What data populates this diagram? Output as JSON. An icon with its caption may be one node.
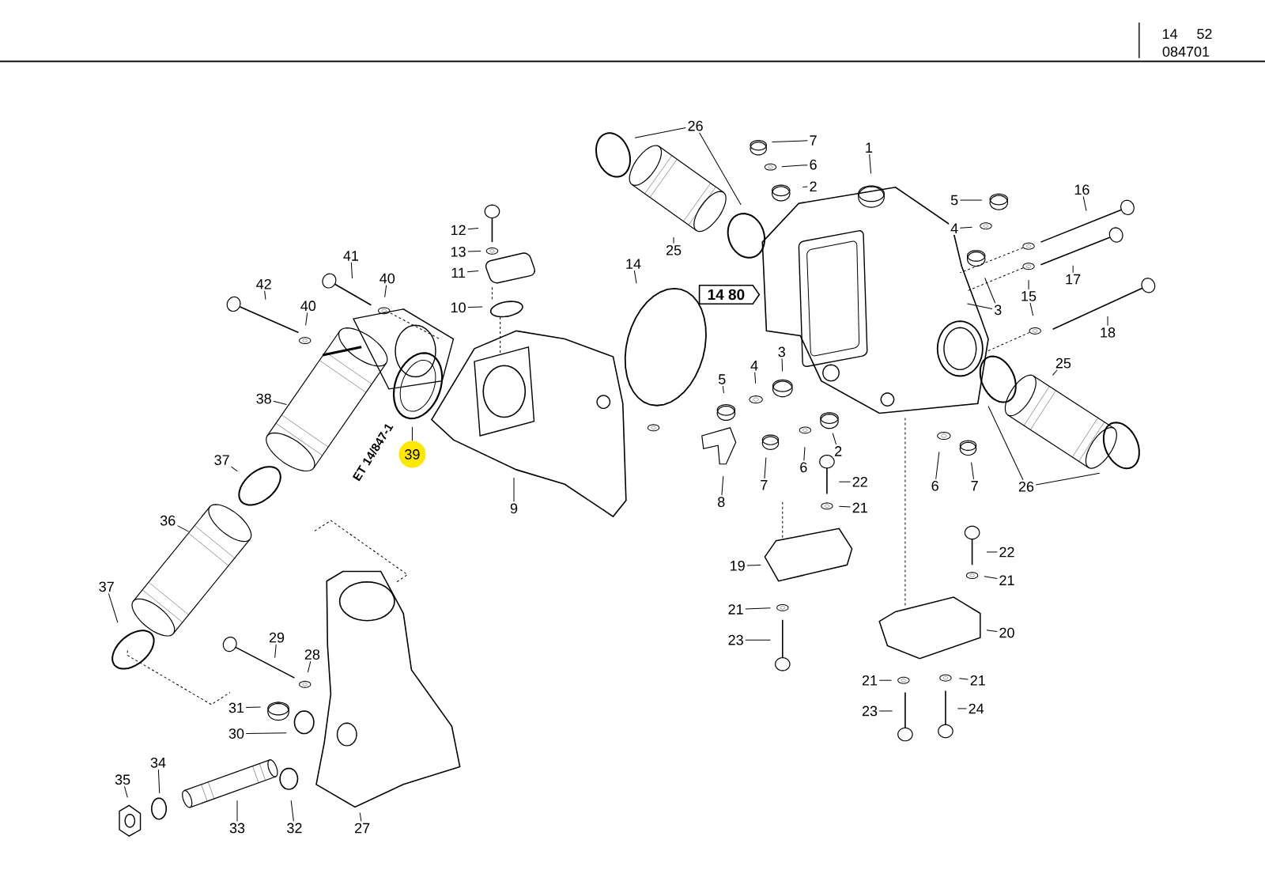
{
  "diagram": {
    "nodes": [
      {
        "text": [
          "26"
        ]
      },
      {
        "text": [
          "7"
        ]
      },
      {
        "text": [
          "1"
        ]
      },
      {
        "text": [
          "6"
        ]
      },
      {
        "text": [
          "2"
        ]
      },
      {
        "text": [
          "16"
        ]
      },
      {
        "text": [
          "5"
        ]
      },
      {
        "text": [
          "12"
        ]
      },
      {
        "text": [
          "4"
        ]
      },
      {
        "text": [
          "25"
        ]
      },
      {
        "text": [
          "13"
        ]
      },
      {
        "text": [
          "41"
        ]
      },
      {
        "text": [
          "14"
        ]
      },
      {
        "text": [
          "11"
        ]
      },
      {
        "text": [
          "17"
        ]
      },
      {
        "text": [
          "40"
        ]
      },
      {
        "text": [
          "42"
        ]
      },
      {
        "text": [
          "15"
        ]
      },
      {
        "text": [
          "14 80"
        ]
      },
      {
        "text": [
          "40"
        ]
      },
      {
        "text": [
          "10"
        ]
      },
      {
        "text": [
          "3"
        ]
      },
      {
        "text": [
          "18"
        ]
      },
      {
        "text": [
          "3"
        ]
      },
      {
        "text": [
          "25"
        ]
      },
      {
        "text": [
          "4"
        ]
      },
      {
        "text": [
          "5"
        ]
      },
      {
        "text": [
          "38"
        ]
      },
      {
        "text": [
          "2"
        ]
      },
      {
        "text": [
          "39"
        ]
      },
      {
        "text": [
          "37"
        ]
      },
      {
        "text": [
          "6"
        ]
      },
      {
        "text": [
          "22"
        ]
      },
      {
        "text": [
          "7"
        ]
      },
      {
        "text": [
          "6"
        ]
      },
      {
        "text": [
          "7"
        ]
      },
      {
        "text": [
          "26"
        ]
      },
      {
        "text": [
          "8"
        ]
      },
      {
        "text": [
          "21"
        ]
      },
      {
        "text": [
          "9"
        ]
      },
      {
        "text": [
          "36"
        ]
      },
      {
        "text": [
          "22"
        ]
      },
      {
        "text": [
          "19"
        ]
      },
      {
        "text": [
          "21"
        ]
      },
      {
        "text": [
          "37"
        ]
      },
      {
        "text": [
          "21"
        ]
      },
      {
        "text": [
          "20"
        ]
      },
      {
        "text": [
          "29"
        ]
      },
      {
        "text": [
          "23"
        ]
      },
      {
        "text": [
          "28"
        ]
      },
      {
        "text": [
          "21"
        ]
      },
      {
        "text": [
          "21"
        ]
      },
      {
        "text": [
          "31"
        ]
      },
      {
        "text": [
          "24"
        ]
      },
      {
        "text": [
          "23"
        ]
      },
      {
        "text": [
          "30"
        ]
      },
      {
        "text": [
          "34"
        ]
      },
      {
        "text": [
          "35"
        ]
      },
      {
        "text": [
          "33"
        ]
      },
      {
        "text": [
          "32"
        ]
      },
      {
        "text": [
          "27"
        ]
      }
    ],
    "edges": [
      {
        "from": 0,
        "to": null,
        "arrow": "none"
      },
      {
        "from": 0,
        "to": null,
        "arrow": "none"
      },
      {
        "from": 1,
        "to": null,
        "arrow": "none"
      },
      {
        "from": 2,
        "to": null,
        "arrow": "none"
      },
      {
        "from": 3,
        "to": null,
        "arrow": "none"
      },
      {
        "from": 4,
        "to": null,
        "arrow": "none"
      },
      {
        "from": 5,
        "to": null,
        "arrow": "none"
      },
      {
        "from": 6,
        "to": null,
        "arrow": "none"
      },
      {
        "from": 7,
        "to": null,
        "arrow": "none"
      },
      {
        "from": 8,
        "to": null,
        "arrow": "none"
      },
      {
        "from": 9,
        "to": null,
        "arrow": "none"
      },
      {
        "from": 10,
        "to": null,
        "arrow": "none"
      },
      {
        "from": 11,
        "to": null,
        "arrow": "none"
      },
      {
        "from": 12,
        "to": null,
        "arrow": "none"
      },
      {
        "from": 13,
        "to": null,
        "arrow": "none"
      },
      {
        "from": 14,
        "to": null,
        "arrow": "none"
      },
      {
        "from": 15,
        "to": null,
        "arrow": "none"
      },
      {
        "from": 16,
        "to": null,
        "arrow": "none"
      },
      {
        "from": 17,
        "to": null,
        "arrow": "none"
      },
      {
        "from": 17,
        "to": null,
        "arrow": "none"
      },
      {
        "from": 19,
        "to": null,
        "arrow": "none"
      },
      {
        "from": 20,
        "to": null,
        "arrow": "none"
      },
      {
        "from": 21,
        "to": null,
        "arrow": "none"
      },
      {
        "from": 21,
        "to": null,
        "arrow": "none"
      },
      {
        "from": 22,
        "to": null,
        "arrow": "none"
      },
      {
        "from": 23,
        "to": null,
        "arrow": "none"
      },
      {
        "from": 24,
        "to": null,
        "arrow": "none"
      },
      {
        "from": 25,
        "to": null,
        "arrow": "none"
      },
      {
        "from": 26,
        "to": null,
        "arrow": "none"
      },
      {
        "from": 27,
        "to": null,
        "arrow": "none"
      },
      {
        "from": 28,
        "to": null,
        "arrow": "none"
      },
      {
        "from": 29,
        "to": null,
        "arrow": "none"
      },
      {
        "from": 30,
        "to": null,
        "arrow": "none"
      },
      {
        "from": 31,
        "to": null,
        "arrow": "none"
      },
      {
        "from": 32,
        "to": null,
        "arrow": "none"
      },
      {
        "from": 33,
        "to": null,
        "arrow": "none"
      },
      {
        "from": 34,
        "to": null,
        "arrow": "none"
      },
      {
        "from": 35,
        "to": null,
        "arrow": "none"
      },
      {
        "from": 36,
        "to": null,
        "arrow": "none"
      },
      {
        "from": 36,
        "to": null,
        "arrow": "none"
      },
      {
        "from": 37,
        "to": null,
        "arrow": "none"
      },
      {
        "from": 38,
        "to": null,
        "arrow": "none"
      },
      {
        "from": 39,
        "to": null,
        "arrow": "none"
      },
      {
        "from": 40,
        "to": null,
        "arrow": "none"
      },
      {
        "from": 41,
        "to": null,
        "arrow": "none"
      },
      {
        "from": 42,
        "to": null,
        "arrow": "none"
      },
      {
        "from": 43,
        "to": null,
        "arrow": "none"
      },
      {
        "from": 44,
        "to": null,
        "arrow": "none"
      },
      {
        "from": 45,
        "to": null,
        "arrow": "none"
      },
      {
        "from": 46,
        "to": null,
        "arrow": "none"
      },
      {
        "from": 47,
        "to": null,
        "arrow": "none"
      },
      {
        "from": 48,
        "to": null,
        "arrow": "none"
      },
      {
        "from": 49,
        "to": null,
        "arrow": "none"
      },
      {
        "from": 50,
        "to": null,
        "arrow": "none"
      },
      {
        "from": 51,
        "to": null,
        "arrow": "none"
      },
      {
        "from": 52,
        "to": null,
        "arrow": "none"
      },
      {
        "from": 53,
        "to": null,
        "arrow": "none"
      },
      {
        "from": 54,
        "to": null,
        "arrow": "none"
      },
      {
        "from": 55,
        "to": null,
        "arrow": "none"
      },
      {
        "from": 56,
        "to": null,
        "arrow": "none"
      },
      {
        "from": 57,
        "to": null,
        "arrow": "none"
      },
      {
        "from": 58,
        "to": null,
        "arrow": "none"
      },
      {
        "from": 59,
        "to": null,
        "arrow": "none"
      },
      {
        "from": 60,
        "to": null,
        "arrow": "none"
      }
    ],
    "labels": [
      "14",
      "52",
      "084701",
      "ET 14/847-1"
    ]
  }
}
